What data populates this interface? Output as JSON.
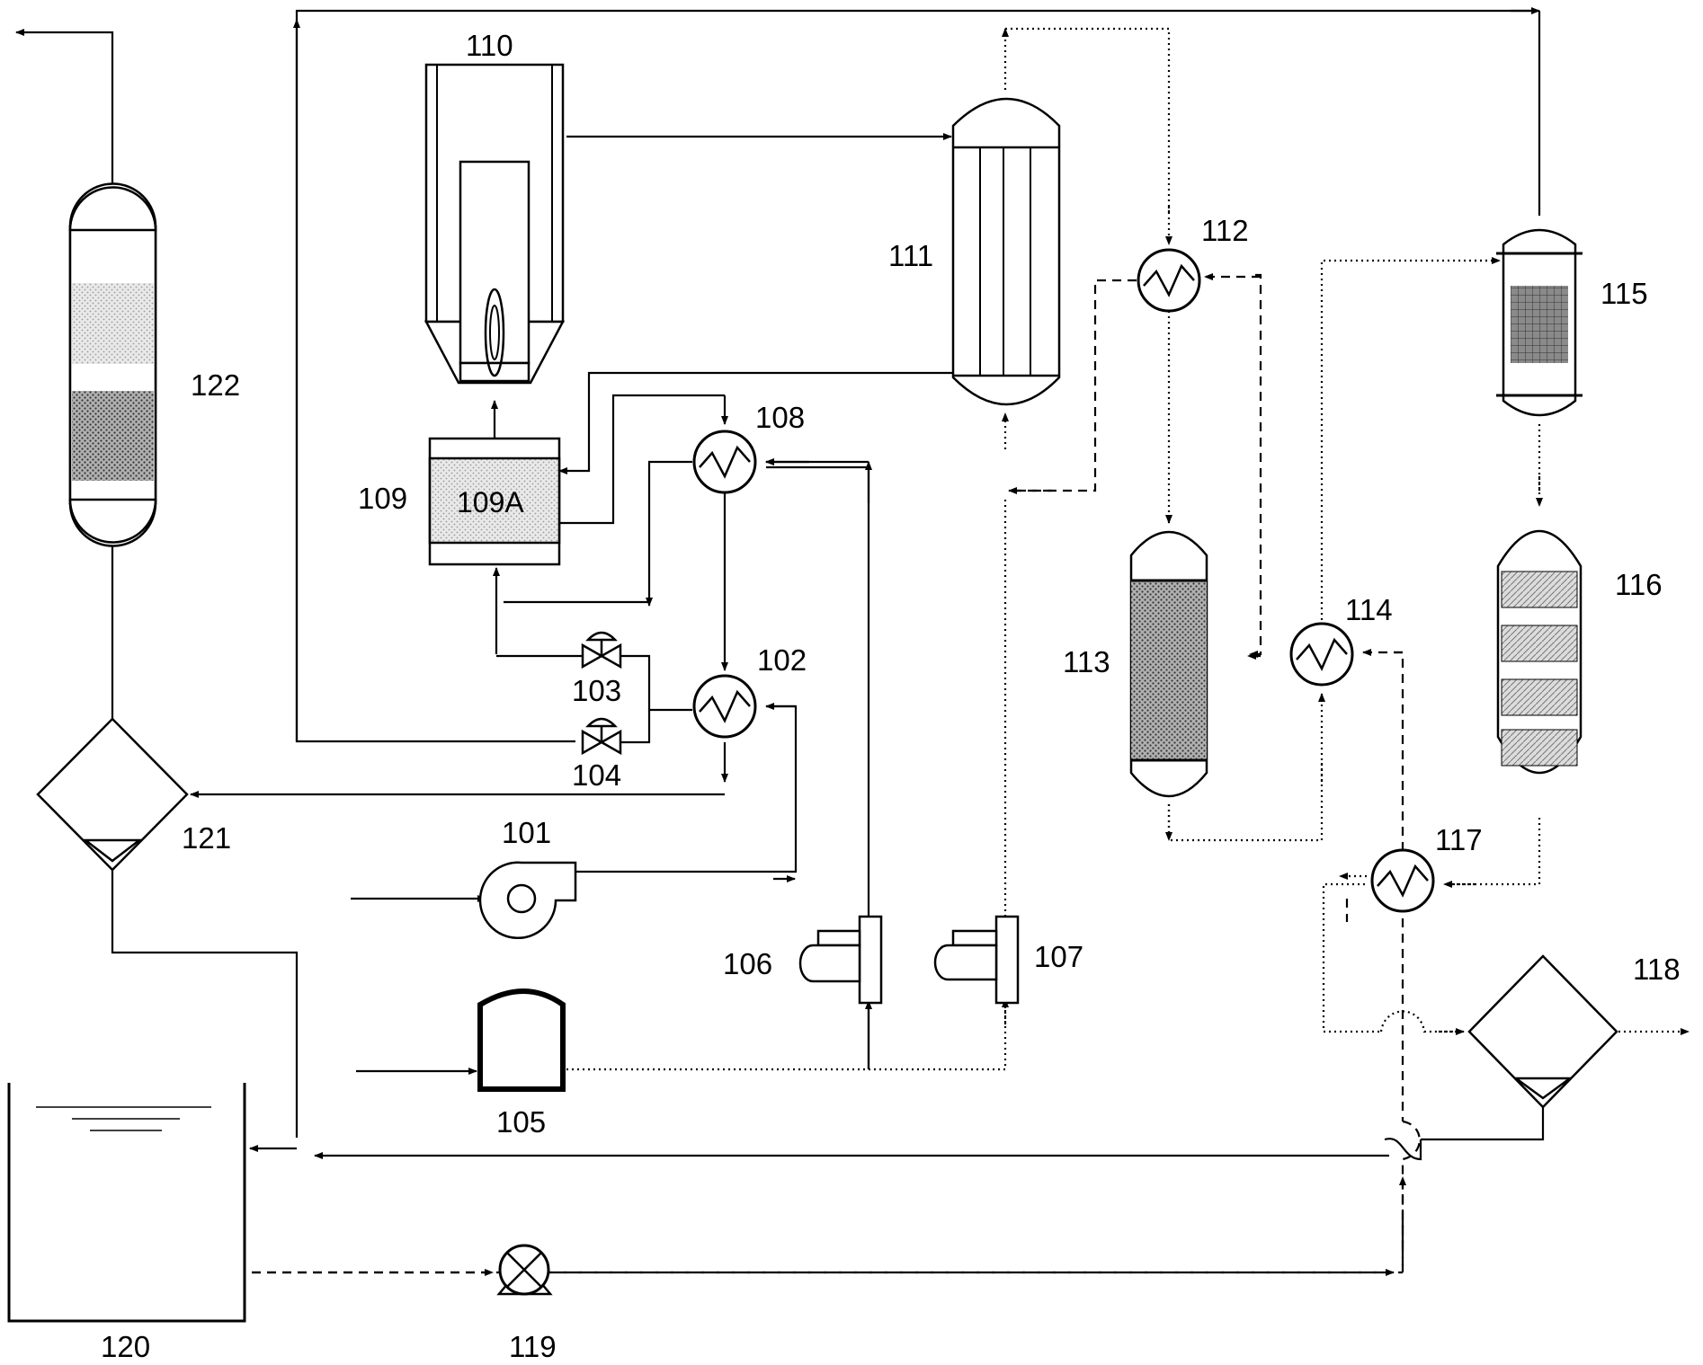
{
  "labels": {
    "u101": "101",
    "u102": "102",
    "u103": "103",
    "u104": "104",
    "u105": "105",
    "u106": "106",
    "u107": "107",
    "u108": "108",
    "u109": "109",
    "u109a": "109A",
    "u110": "110",
    "u111": "111",
    "u112": "112",
    "u113": "113",
    "u114": "114",
    "u115": "115",
    "u116": "116",
    "u117": "117",
    "u118": "118",
    "u119": "119",
    "u120": "120",
    "u121": "121",
    "u122": "122"
  },
  "colors": {
    "line": "#000000",
    "fill_light": "#e6e6e6",
    "fill_dark": "#9a9a9a",
    "background": "#ffffff"
  }
}
